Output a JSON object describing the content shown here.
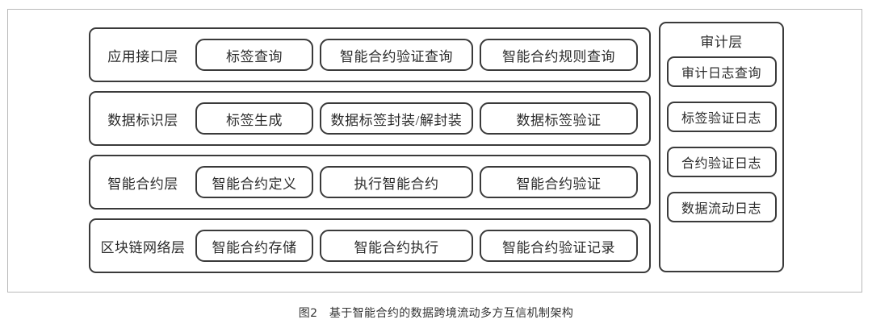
{
  "figure": {
    "caption": "图2　基于智能合约的数据跨境流动多方互信机制架构",
    "colors": {
      "box_border": "#3a3a3a",
      "outer_frame_border": "#b9b9b9",
      "text": "#2b2b2b",
      "background": "#ffffff"
    }
  },
  "layers": [
    {
      "title": "应用接口层",
      "modules": [
        {
          "label": "标签查询"
        },
        {
          "label": "智能合约验证查询"
        },
        {
          "label": "智能合约规则查询"
        }
      ]
    },
    {
      "title": "数据标识层",
      "modules": [
        {
          "label": "标签生成"
        },
        {
          "label": "数据标签封装/解封装"
        },
        {
          "label": "数据标签验证"
        }
      ]
    },
    {
      "title": "智能合约层",
      "modules": [
        {
          "label": "智能合约定义"
        },
        {
          "label": "执行智能合约"
        },
        {
          "label": "智能合约验证"
        }
      ]
    },
    {
      "title": "区块链网络层",
      "modules": [
        {
          "label": "智能合约存储"
        },
        {
          "label": "智能合约执行"
        },
        {
          "label": "智能合约验证记录"
        }
      ]
    }
  ],
  "audit_panel": {
    "title": "审计层",
    "items": [
      {
        "label": "审计日志查询"
      },
      {
        "label": "标签验证日志"
      },
      {
        "label": "合约验证日志"
      },
      {
        "label": "数据流动日志"
      }
    ]
  }
}
